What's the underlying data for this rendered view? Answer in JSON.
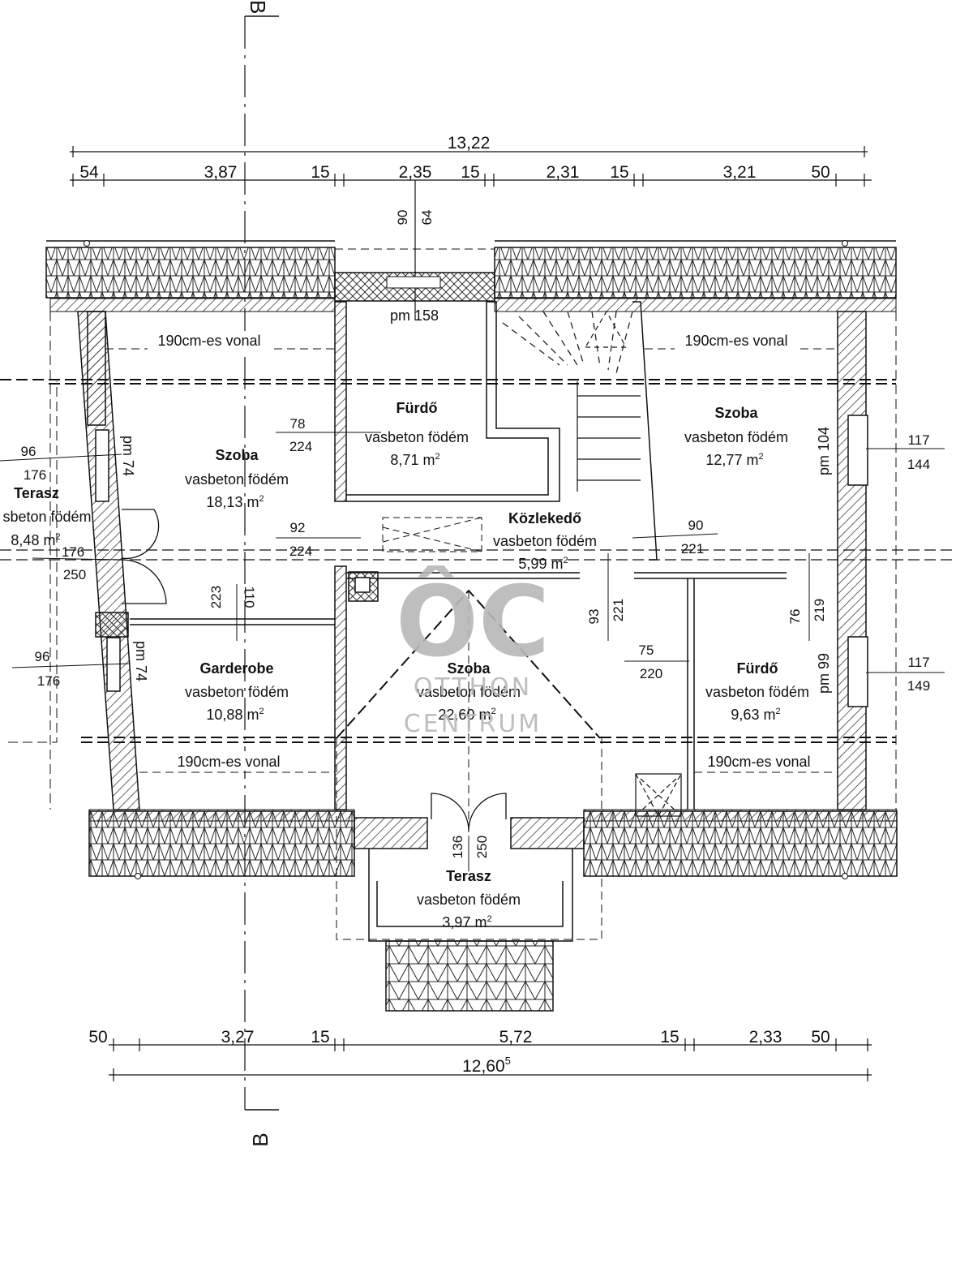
{
  "dimensions": {
    "top_total": "13,22",
    "top_segments": [
      "54",
      "3,87",
      "15",
      "2,35",
      "15",
      "2,31",
      "15",
      "3,21",
      "50"
    ],
    "bottom_segments": [
      "50",
      "3,27",
      "15",
      "5,72",
      "15",
      "2,33",
      "50"
    ],
    "bottom_total": "12,60",
    "bottom_total_sup": "5"
  },
  "section_marker": {
    "bottom_label": "B",
    "top_label": "B"
  },
  "rooms": {
    "szoba_left": {
      "name": "Szoba",
      "floor": "vasbeton födém",
      "area": "18,13 m",
      "sup": "2"
    },
    "furdo_top": {
      "name": "Fürdő",
      "floor": "vasbeton födém",
      "area": "8,71 m",
      "sup": "2"
    },
    "szoba_right": {
      "name": "Szoba",
      "floor": "vasbeton födém",
      "area": "12,77 m",
      "sup": "2"
    },
    "kozlekedo": {
      "name": "Közlekedő",
      "floor": "vasbeton födém",
      "area": "5,99 m",
      "sup": "2"
    },
    "garderobe": {
      "name": "Garderobe",
      "floor": "vasbeton födém",
      "area": "10,88 m",
      "sup": "2"
    },
    "szoba_center": {
      "name": "Szoba",
      "floor": "vasbeton födém",
      "area": "22,60 m",
      "sup": "2"
    },
    "furdo_right": {
      "name": "Fürdő",
      "floor": "vasbeton födém",
      "area": "9,63 m",
      "sup": "2"
    },
    "terasz_left": {
      "name": "Terasz",
      "floor": "sbeton födém",
      "area": "8,48 m",
      "sup": "2"
    },
    "terasz_bottom": {
      "name": "Terasz",
      "floor": "vasbeton födém",
      "area": "3,97 m",
      "sup": "2"
    }
  },
  "notes": {
    "line_190": "190cm-es vonal",
    "pm158": "pm 158",
    "pm74": "pm 74",
    "pm104": "pm 104",
    "pm99": "pm 99"
  },
  "openings": {
    "top_window_w": "90",
    "top_window_h": "64",
    "furdo_door_w": "78",
    "furdo_door_h": "224",
    "left_window_top_w": "96",
    "left_window_top_h": "176",
    "szoba_door_w": "92",
    "szoba_door_h": "224",
    "terasz_door_w": "176",
    "terasz_door_h": "250",
    "left_window_bottom_w": "96",
    "left_window_bottom_h": "176",
    "garderobe_w": "223",
    "garderobe_h": "110",
    "right_window_top_w": "117",
    "right_window_top_h": "144",
    "right_door_w": "90",
    "right_door_h": "221",
    "center_door_w": "93",
    "center_door_h": "221",
    "furdo_door2_w": "76",
    "furdo_door2_h": "219",
    "furdo_opening_w": "75",
    "furdo_opening_h": "220",
    "right_window_bottom_w": "117",
    "right_window_bottom_h": "149",
    "balcony_door_w": "136",
    "balcony_door_h": "250"
  },
  "watermark": {
    "logo": "ÔC",
    "line1": "OTTHON",
    "line2": "CENTRUM"
  },
  "colors": {
    "line": "#111111",
    "hatch": "#333333",
    "watermark": "#b8b8b8"
  }
}
